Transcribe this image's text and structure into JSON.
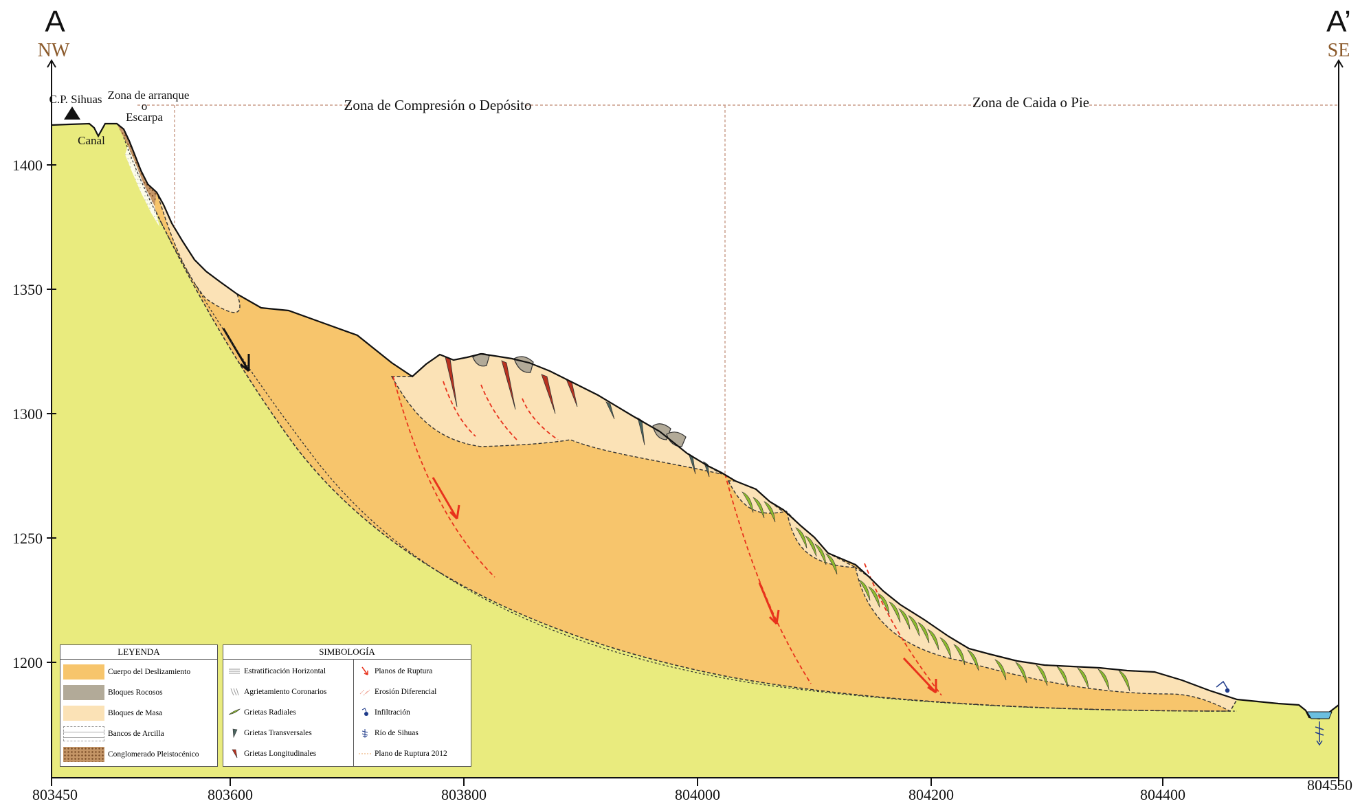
{
  "section": {
    "start_label": "A",
    "end_label": "A’",
    "start_dir": "NW",
    "end_dir": "SE"
  },
  "zones": {
    "town": "C.P. Sihuas",
    "canal": "Canal",
    "scarp_line1": "Zona de arranque",
    "scarp_line2": "o",
    "scarp_line3": "Escarpa",
    "compression": "Zona de Compresión o Depósito",
    "toe": "Zona de Caida o Pie"
  },
  "axes": {
    "y_ticks": [
      "1400",
      "1350",
      "1300",
      "1250",
      "1200"
    ],
    "x_ticks": [
      "803450",
      "803600",
      "803800",
      "804000",
      "804200",
      "804400",
      "804550"
    ]
  },
  "legend": {
    "title": "LEYENDA",
    "items": [
      {
        "label": "Cuerpo del Deslizamiento",
        "color": "#f7c56c"
      },
      {
        "label": "Bloques Rocosos",
        "color": "#b2aa98"
      },
      {
        "label": "Bloques de Masa",
        "color": "#fbe2b6"
      },
      {
        "label": "Bancos de Arcilla",
        "color": "#ffffff"
      },
      {
        "label": "Conglomerado Pleistocénico",
        "color": "#b98a5a"
      }
    ]
  },
  "symbology": {
    "title": "SIMBOLOGÍA",
    "left": [
      {
        "label": "Estratificación Horizontal",
        "icon": "horizontal-strata-icon"
      },
      {
        "label": "Agrietamiento Coronarios",
        "icon": "crown-cracks-icon"
      },
      {
        "label": "Grietas Radiales",
        "icon": "radial-crack-icon"
      },
      {
        "label": "Grietas Transversales",
        "icon": "transverse-crack-icon"
      },
      {
        "label": "Grietas Longitudinales",
        "icon": "longitudinal-crack-icon"
      }
    ],
    "right": [
      {
        "label": "Planos de Ruptura",
        "icon": "rupture-plane-icon"
      },
      {
        "label": "Erosión Diferencial",
        "icon": "differential-erosion-icon"
      },
      {
        "label": "Infiltración",
        "icon": "infiltration-icon"
      },
      {
        "label": "Río de Sihuas",
        "icon": "river-icon"
      },
      {
        "label": "Plano de Ruptura 2012",
        "icon": "rupture-2012-icon"
      }
    ]
  },
  "colors": {
    "bedrock": "#e9eb7e",
    "slide_body": "#f7c56c",
    "mass_blocks": "#fbe2b6",
    "rock_blocks": "#b2aa98",
    "radial_cracks": "#8cbb2e",
    "transverse_cracks": "#4a6560",
    "longitudinal_cracks": "#b83220",
    "rupture": "#e8321c",
    "zone_line": "#c89a86",
    "direction_text": "#8b5a2b",
    "river": "#6bbfe0"
  }
}
